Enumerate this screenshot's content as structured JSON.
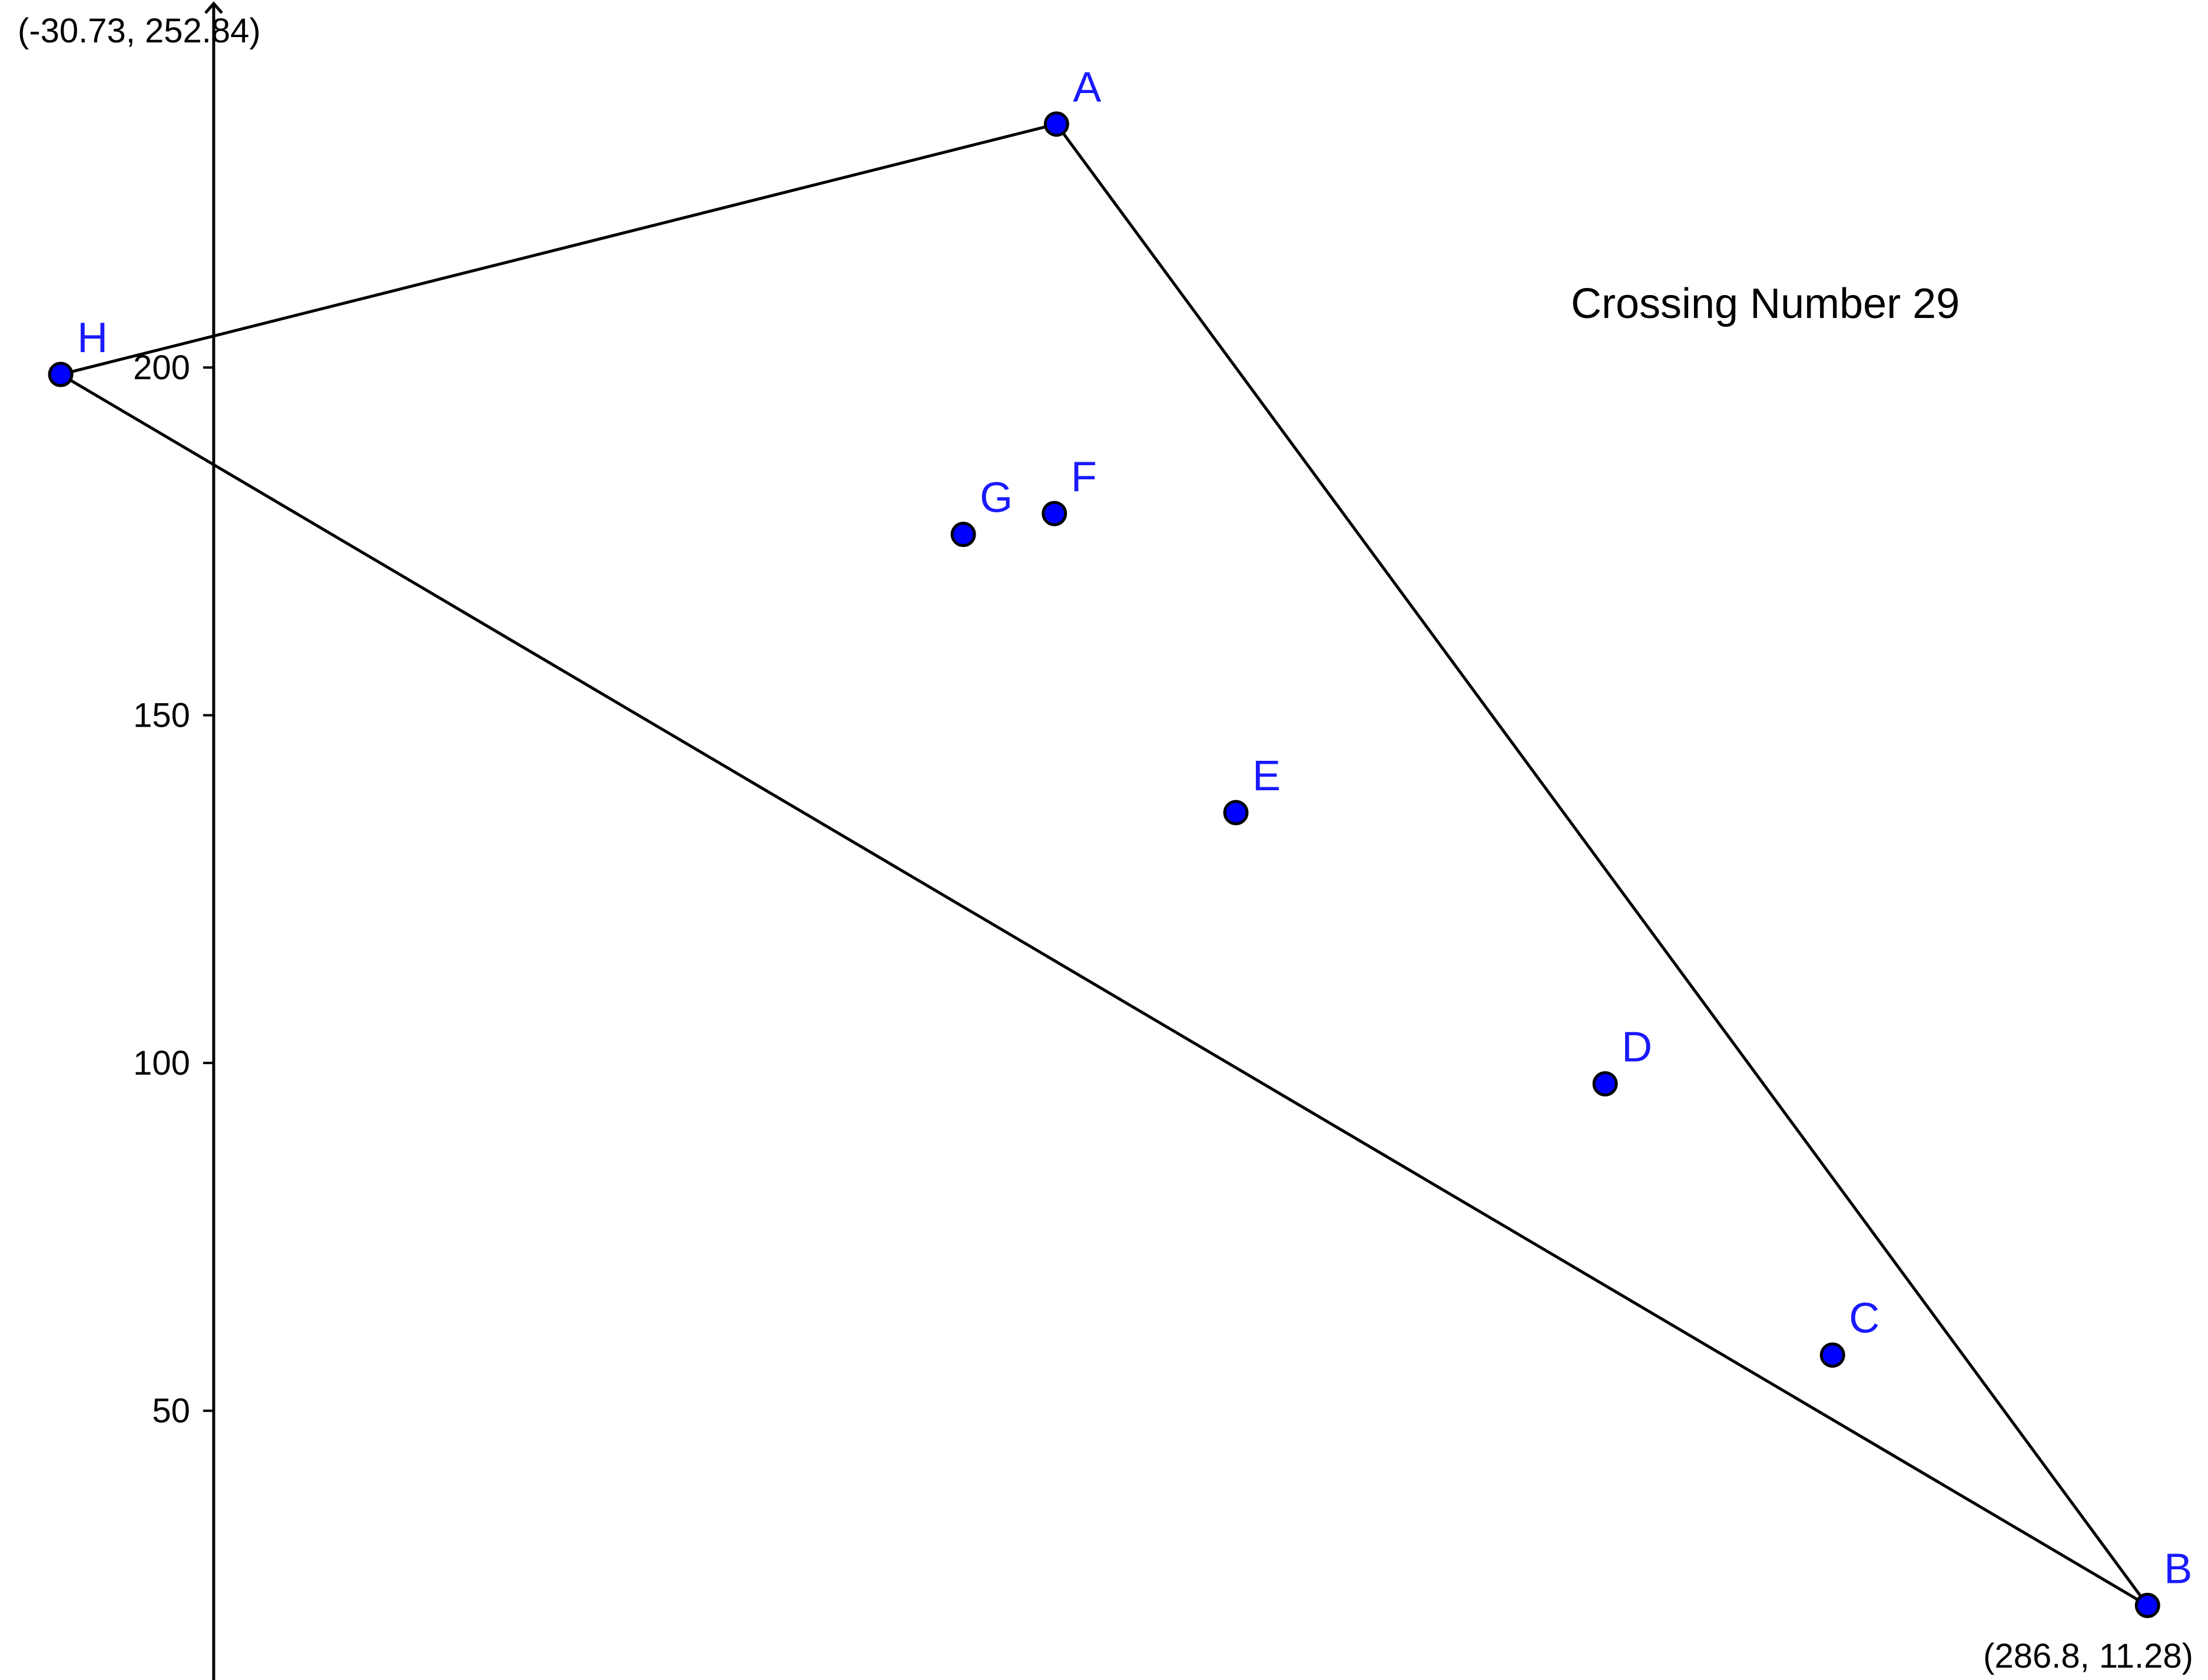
{
  "view": {
    "top_left_corner_label": "(-30.73, 252.84)",
    "bottom_right_corner_label": "(286.8, 11.28)",
    "x_range": [
      -30.73,
      286.8
    ],
    "y_range": [
      11.28,
      252.84
    ]
  },
  "y_axis": {
    "ticks": [
      {
        "value": 200,
        "label": "200"
      },
      {
        "value": 150,
        "label": "150"
      },
      {
        "value": 100,
        "label": "100"
      },
      {
        "value": 50,
        "label": "50"
      }
    ]
  },
  "caption": "Crossing Number 29",
  "colors": {
    "point_fill": "#0000ff",
    "point_stroke": "#000000",
    "point_label": "#1a1aff",
    "edge": "#000000",
    "axis": "#000000"
  },
  "points": [
    {
      "name": "A",
      "x": 121.2,
      "y": 235.0
    },
    {
      "name": "B",
      "x": 278.1,
      "y": 22.0
    },
    {
      "name": "C",
      "x": 232.8,
      "y": 58.0
    },
    {
      "name": "D",
      "x": 200.1,
      "y": 97.0
    },
    {
      "name": "E",
      "x": 147.0,
      "y": 136.0
    },
    {
      "name": "F",
      "x": 120.9,
      "y": 179.0
    },
    {
      "name": "G",
      "x": 107.8,
      "y": 176.0
    },
    {
      "name": "H",
      "x": -22.0,
      "y": 199.0
    }
  ],
  "edges": [
    [
      "H",
      "A"
    ],
    [
      "A",
      "B"
    ],
    [
      "H",
      "B"
    ]
  ]
}
